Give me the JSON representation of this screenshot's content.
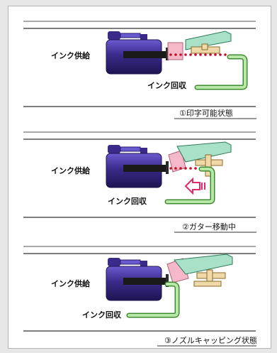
{
  "colors": {
    "head_body": "#3b2a8a",
    "head_body_light": "#5a4ab8",
    "deflector": "#a8e0c8",
    "gutter": "#f0d9a8",
    "capping": "#f4b8c8",
    "return_pipe": "#9ad58a",
    "droplet": "#c0102a",
    "arrow": "#e0286a"
  },
  "panels": [
    {
      "name": "printable-state",
      "supply_label": "インク供給",
      "return_label": "インク回収",
      "caption": "①印字可能状態"
    },
    {
      "name": "gutter-moving",
      "supply_label": "インク供給",
      "return_label": "インク回収",
      "caption": "②ガター移動中"
    },
    {
      "name": "nozzle-capping-state",
      "supply_label": "インク供給",
      "return_label": "インク回収",
      "caption": "③ノズルキャッピング状態"
    }
  ]
}
